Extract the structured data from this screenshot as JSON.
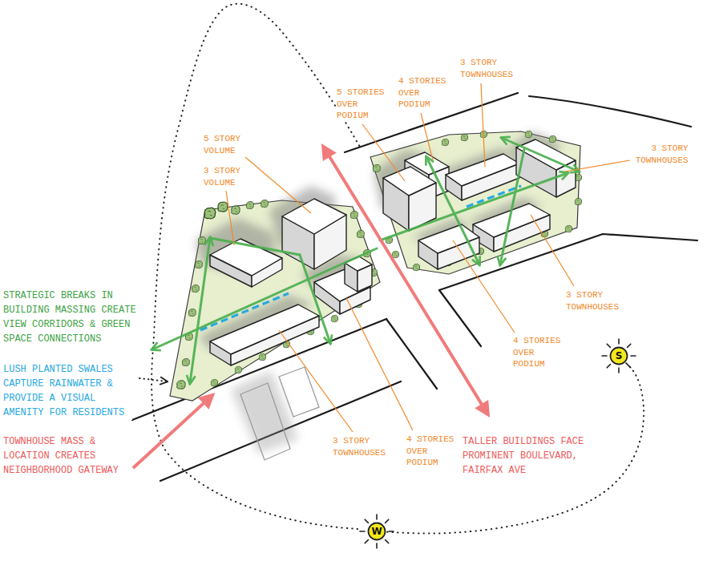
{
  "diagram": {
    "nodes": [
      {
        "text": [
          "S"
        ]
      },
      {
        "text": [
          "W"
        ]
      }
    ],
    "edges": [
      {
        "from": 0,
        "to": 1,
        "arrow": "none"
      }
    ],
    "labels": [
      "3 STORY TOWNHOUSES",
      "4 STORIES OVER PODIUM",
      "5 STORIES OVER PODIUM",
      "5 STORY VOLUME",
      "3 STORY TOWNHOUSES",
      "3 STORY VOLUME",
      "STRATEGIC BREAKS IN BUILDING MASSING CREATE VIEW CORRIDORS & GREEN SPACE CONNECTIONS",
      "3 STORY TOWNHOUSES",
      "4 STORIES OVER PODIUM",
      "LUSH PLANTED SWALES CAPTURE RAINWATER & PROVIDE A VISUAL AMENITY FOR RESIDENTS",
      "TOWNHOUSE MASS & LOCATION CREATES NEIGHBORHOOD GATEWAY",
      "3 STORY TOWNHOUSES",
      "4 STORIES OVER PODIUM",
      "TALLER BUILDINGS FACE PROMINENT BOULEVARD, FAIRFAX AVE"
    ]
  }
}
